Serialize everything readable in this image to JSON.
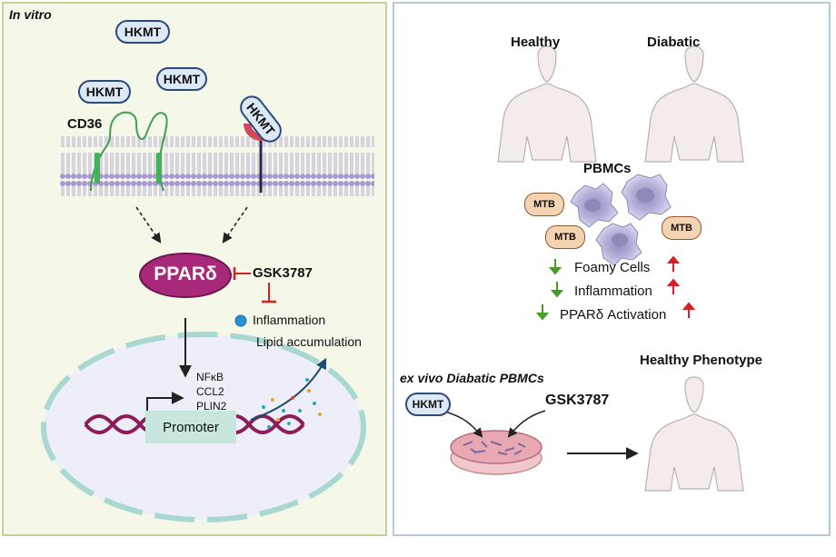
{
  "left_panel": {
    "title": "In vitro",
    "receptor_label": "CD36",
    "ligand_labels": [
      "HKMT",
      "HKMT",
      "HKMT",
      "HKMT"
    ],
    "receptor_bound_ligand": "HKMT",
    "nuclear_receptor": "PPARδ",
    "inhibitor": "GSK3787",
    "effects": [
      "Inflammation",
      "Lipid accumulation"
    ],
    "genes": [
      "NFκB",
      "CCL2",
      "PLIN2"
    ],
    "promoter_label": "Promoter"
  },
  "right_panel": {
    "group_labels": [
      "Healthy",
      "Diabatic"
    ],
    "pbmc_label": "PBMCs",
    "mtb_labels": [
      "MTB",
      "MTB",
      "MTB"
    ],
    "outcomes": [
      "Foamy Cells",
      "Inflammation",
      "PPARδ Activation"
    ],
    "ex_vivo_label": "ex vivo Diabatic PBMCs",
    "ex_vivo_ligand": "HKMT",
    "ex_vivo_inhibitor": "GSK3787",
    "result_label": "Healthy Phenotype"
  },
  "colors": {
    "left_bg": "#f5f7e9",
    "membrane": "#a89ad0",
    "ppar": "#a8287a",
    "inhibit": "#d42027",
    "down_arrow": "#4a9a2a",
    "up_arrow": "#d42027"
  }
}
